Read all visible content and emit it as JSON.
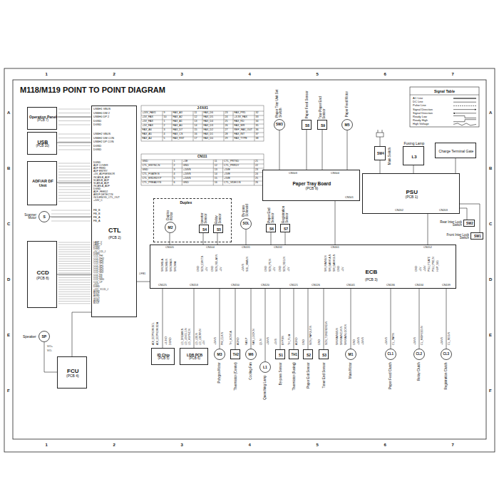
{
  "diagram": {
    "title": "M118/M119 POINT TO POINT DIAGRAM",
    "nodes": [
      {
        "text": [
          "Operation Panel",
          "(PCB 7)"
        ]
      },
      {
        "text": [
          "USB",
          "(PCB 10)"
        ]
      },
      {
        "text": [
          "CTL",
          "(PCB 2)"
        ]
      },
      {
        "text": [
          "ADF/AR DF Unit"
        ]
      },
      {
        "text": [
          "S",
          "Scanner Motor"
        ]
      },
      {
        "text": [
          "CCD",
          "(PCB 8)"
        ]
      },
      {
        "text": [
          "SP",
          "Speaker"
        ]
      },
      {
        "text": [
          "FCU",
          "(PCB 4)"
        ]
      },
      {
        "text": [
          "SW3",
          "Paper Tray Unit Set Switch"
        ]
      },
      {
        "text": [
          "S8",
          "Paper Feed Sensor"
        ]
      },
      {
        "text": [
          "S9",
          "Tray Paper End Sensor"
        ]
      },
      {
        "text": [
          "M5",
          "Paper Feed Motor"
        ]
      },
      {
        "text": [
          "SW4",
          "Main Switch"
        ]
      },
      {
        "text": [
          "Fusing Lamp",
          "L3"
        ]
      },
      {
        "text": [
          "Charge Terminal Gate"
        ]
      },
      {
        "text": [
          "Paper Tray Board",
          "(PCB 9)"
        ]
      },
      {
        "text": [
          "PSU",
          "(PCB 1)"
        ]
      },
      {
        "text": [
          "Duplex"
        ]
      },
      {
        "text": [
          "M2",
          "Duplex Motor"
        ],
        "in": 17
      },
      {
        "text": [
          "S4",
          "Inverter Sensor"
        ],
        "in": 17
      },
      {
        "text": [
          "S5",
          "Relay Sensor"
        ],
        "in": 17
      },
      {
        "text": [
          "SOL",
          "By-pass Solenoid"
        ]
      },
      {
        "text": [
          "S6",
          "Paper End Sensor"
        ]
      },
      {
        "text": [
          "S7",
          "Registration Sensor"
        ]
      },
      {
        "text": [
          "SW2",
          "Rear Inter Lock Switch"
        ]
      },
      {
        "text": [
          "SW1",
          "Front Inter Lock Switch"
        ]
      },
      {
        "text": [
          "ECB",
          "(PCB 3)"
        ]
      },
      {
        "text": [
          "ID Chip",
          "(PCB 5)"
        ]
      },
      {
        "text": [
          "LDB PCB",
          "(PCB 6)"
        ]
      },
      {
        "text": [
          "M3",
          "Polygon Motor"
        ]
      },
      {
        "text": [
          "TH2",
          "Thermistor (Center)"
        ]
      },
      {
        "text": [
          "M6",
          "Cooling Fan"
        ]
      },
      {
        "text": [
          "L1",
          "Quenching Lamp"
        ]
      },
      {
        "text": [
          "S1",
          "By-pass Sensor"
        ]
      },
      {
        "text": [
          "TH1",
          "Thermistor (Fusing)"
        ]
      },
      {
        "text": [
          "S2",
          "Paper Exit Sensor"
        ]
      },
      {
        "text": [
          "S3",
          "Toner End Sensor"
        ]
      },
      {
        "text": [
          "M1",
          "Main Motor"
        ]
      },
      {
        "text": [
          "CL1",
          "Paper Feed Clutch"
        ]
      },
      {
        "text": [
          "CL2",
          "Relay Clutch"
        ]
      },
      {
        "text": [
          "CL3",
          "Registration Clutch"
        ]
      }
    ],
    "edges": [
      {
        "from": 0,
        "to": 2,
        "arrow": "none"
      },
      {
        "from": 1,
        "to": 2,
        "arrow": "none"
      },
      {
        "from": 3,
        "to": 2,
        "arrow": "none"
      },
      {
        "from": 4,
        "to": 2,
        "arrow": "none"
      },
      {
        "from": 5,
        "to": 2,
        "arrow": "none"
      },
      {
        "from": 6,
        "to": 7,
        "arrow": "none"
      },
      {
        "from": 7,
        "to": 2,
        "arrow": "none"
      },
      {
        "from": 8,
        "to": 15,
        "arrow": "none"
      },
      {
        "from": 9,
        "to": 15,
        "arrow": "none"
      },
      {
        "from": 10,
        "to": 15,
        "arrow": "none"
      },
      {
        "from": 11,
        "to": 15,
        "arrow": "none"
      },
      {
        "from": 12,
        "to": 16,
        "arrow": "none"
      },
      {
        "from": 13,
        "to": 16,
        "arrow": "none"
      },
      {
        "from": 14,
        "to": 16,
        "arrow": "none"
      },
      {
        "from": 15,
        "to": 26,
        "arrow": "none"
      },
      {
        "from": 16,
        "to": 26,
        "arrow": "none"
      },
      {
        "from": 18,
        "to": 26,
        "arrow": "none"
      },
      {
        "from": 19,
        "to": 26,
        "arrow": "none"
      },
      {
        "from": 20,
        "to": 26,
        "arrow": "none"
      },
      {
        "from": 21,
        "to": 26,
        "arrow": "none"
      },
      {
        "from": 22,
        "to": 26,
        "arrow": "none"
      },
      {
        "from": 23,
        "to": 26,
        "arrow": "none"
      },
      {
        "from": 24,
        "to": 16,
        "arrow": "none"
      },
      {
        "from": 25,
        "to": 16,
        "arrow": "none"
      },
      {
        "from": 2,
        "to": 26,
        "arrow": "none"
      },
      {
        "from": 26,
        "to": 27,
        "arrow": "none"
      },
      {
        "from": 26,
        "to": 28,
        "arrow": "none"
      },
      {
        "from": 26,
        "to": 29,
        "arrow": "none"
      },
      {
        "from": 26,
        "to": 30,
        "arrow": "none"
      },
      {
        "from": 26,
        "to": 31,
        "arrow": "none"
      },
      {
        "from": 26,
        "to": 32,
        "arrow": "none"
      },
      {
        "from": 26,
        "to": 33,
        "arrow": "none"
      },
      {
        "from": 26,
        "to": 34,
        "arrow": "none"
      },
      {
        "from": 26,
        "to": 35,
        "arrow": "none"
      },
      {
        "from": 26,
        "to": 36,
        "arrow": "none"
      },
      {
        "from": 26,
        "to": 37,
        "arrow": "none"
      },
      {
        "from": 26,
        "to": 38,
        "arrow": "none"
      },
      {
        "from": 26,
        "to": 39,
        "arrow": "none"
      },
      {
        "from": 26,
        "to": 40,
        "arrow": "none"
      }
    ],
    "labels": [
      "1",
      "2",
      "3",
      "4",
      "5",
      "6",
      "7",
      "1",
      "2",
      "3",
      "4",
      "5",
      "6",
      "7",
      "A",
      "B",
      "C",
      "D",
      "E",
      "F",
      "A",
      "B",
      "C",
      "D",
      "E",
      "F",
      "Signal Table",
      "J-FAX1",
      "+24V_FAX1",
      "9",
      "FAX_A3",
      "11",
      "FAX_D6",
      "23",
      "FAX_PR5",
      "32",
      "+5V_FAX",
      "10",
      "FAX_A2",
      "12",
      "FAX_D5",
      "24",
      "+3.3V_FAX",
      "33",
      "+5V_FAX",
      "1",
      "FAX_A1",
      "13",
      "FAX_D4",
      "25",
      "FAX_RD",
      "34",
      "+5V_FAX",
      "2",
      "FAX_A0",
      "14",
      "FAX_D3",
      "26",
      "FAX_WR",
      "35",
      "FAX_A6",
      "3",
      "FAX_D7",
      "15",
      "FAX_D2",
      "27",
      "REF_FAX_OUT",
      "36",
      "FAX_A5",
      "4",
      "FAX_CS",
      "16",
      "FAX_D1",
      "28",
      "FAX_INT",
      "37",
      "FAX_A4",
      "5",
      "FAX_RST",
      "17",
      "FAX_D0",
      "29",
      "FAX_TYPE",
      "38",
      "CN111",
      "GND",
      "1",
      "+5E",
      "11",
      "CTL_PRTSD",
      "21",
      "CTL_HSYNC.N",
      "2",
      "GND",
      "12",
      "CTL_PRRDY",
      "22",
      "GND",
      "3",
      "+24VS",
      "13",
      "+5VE",
      "23",
      "CTL_FGATE.N",
      "4",
      "+24VS",
      "14",
      "+5VE",
      "24",
      "CTL_ERDRDY.P",
      "5",
      "+24VS",
      "15",
      "+5VE",
      "25",
      "CTL_PREADY.N",
      "6",
      "GND",
      "16",
      "CTL_VIDEO.N",
      "26",
      "USBH1 VBUS",
      "USBH0 DM 2",
      "USBH0 DP 2",
      "DGND",
      "DGND",
      "USBH2 VBUS",
      "USBH2 DM CON",
      "USBH2 DP CON",
      "DGND",
      "DGND",
      "DGND",
      "ADF COVER",
      "ADF FEED",
      "ADF ENTRY",
      "+5V_ADFSENSOR",
      "/SCAN.B_ADF",
      "SCAN.B_ADF",
      "SCAN.A_ADF",
      "/SCAN.A_ADF",
      "DGND",
      "ADF_FEED2",
      "ARDF DETECT.N",
      "/SOLENOID_CTL_OUT",
      "+24V_C",
      "FB_B",
      "FB_B",
      "FB_A",
      "FB_A",
      "LAMP_V",
      "LAMP_V",
      "DGND",
      "DGND",
      "+5V_CCD_J",
      "DGND",
      "CCD_PHI",
      "CCD_PHI2",
      "CCD_SH0",
      "CCD_SH0",
      "CCD_SH1",
      "CCD_SH1",
      "CCD_SH2",
      "CCD_SH2",
      "CCD_RS",
      "CCD_RS",
      "CCD_SW0",
      "CCD_CP",
      "+5VC",
      "DGND",
      "+12V_VCCD_J",
      "AGND",
      "ROUT",
      "AGND",
      "GOUT",
      "AGND",
      "BOUT",
      "VO+",
      "VO-",
      "J-FB1",
      "CN503",
      "CN504",
      "CN501",
      "CN202",
      "CN203",
      "CN105",
      "CN104",
      "CN131",
      "CN132",
      "CN161",
      "CN152",
      "CN125",
      "CN153",
      "CN150",
      "CN120",
      "CN121",
      "CN126",
      "CN141",
      "CN136",
      "CN134",
      "CN139",
      "SM.DMB.A",
      "SM.DMB.N",
      "SM.DMA.N",
      "SM.DMA",
      "GND",
      "SEN_EXNT.N",
      "+5V",
      "GND",
      "SEN_RELAY.N",
      "+5V",
      "+24VS",
      "SOL_MAN.N",
      "GND",
      "SEN_PE.N",
      "+5V",
      "GND",
      "SEN_REG.N",
      "+5V",
      "SM_MAINB.N",
      "SM_BANK.A.N",
      "SM_BANK.B.N",
      "GND",
      "+5V",
      "GND",
      "+5V",
      "+24V",
      "PSU_FGATE",
      "PSU_PRE.N",
      "HVP_SIG",
      "ADI_EEPROM.SCL",
      "ADI_EEPROM.SDA",
      "+3.3VD",
      "DGND",
      "LD_DREAM.N",
      "LD_LEVEL1.N",
      "LD_HSYNC.N",
      "LD_LD0.N",
      "LD_LDERR.N",
      "+5V",
      "+24VS",
      "PM_CLK.N",
      "TH_XCNT.A",
      "AGND",
      "FAN.P",
      "FAN_LOCK.N",
      "QL.N",
      "+24VS",
      "+5VS",
      "BYP.SN",
      "TH_FU.A",
      "AGND",
      "GND",
      "SEN_PAPOUT.N",
      "GND",
      "SEN_TONEREND.N",
      "SM.MAINBS.N",
      "SM.MAINCLK.N",
      "SM.MAINLOCK.N",
      "GND",
      "+24VS",
      "+24VS",
      "+24VS",
      "CL_PAP.N",
      "+24VS",
      "CL_MIDFEED.N",
      "+24VS",
      "CL_REG.N"
    ],
    "legend": [
      {
        "text": "AC Line"
      },
      {
        "text": "DC Line"
      },
      {
        "text": "Pulse Line"
      },
      {
        "text": "Signal Direction"
      },
      {
        "text": "Signal Direction"
      },
      {
        "text": "Ready Low"
      },
      {
        "text": "Ready High"
      },
      {
        "text": "High Voltage"
      }
    ]
  }
}
